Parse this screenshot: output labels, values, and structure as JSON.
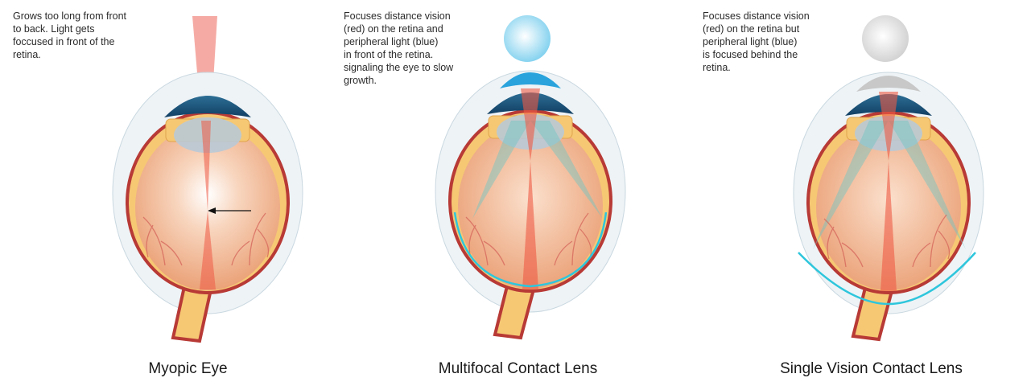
{
  "panels": [
    {
      "description": "Grows too long from front\nto back. Light gets\nfoccused in front of the\nretina.",
      "caption": "Myopic Eye"
    },
    {
      "description": "Focuses distance vision\n(red) on the retina and\nperipheral light (blue)\nin front of the retina.\nsignaling the eye to slow\ngrowth.",
      "caption": "Multifocal Contact Lens"
    },
    {
      "description": "Focuses distance vision\n(red) on the retina but\nperipheral light (blue)\nis focused behind the\nretina.",
      "caption": "Single Vision Contact Lens"
    }
  ],
  "colors": {
    "sclera": "#f6c874",
    "retina_wall": "#b83a36",
    "vitreous": "#f2b089",
    "cornea": "#1f5c86",
    "distance_light": "#ef5a45",
    "peripheral_light": "#6cc5c4",
    "focal_curve": "#2ec6dc",
    "blood_vessel": "#d5645a",
    "multifocal_lens": "#2aa3dc",
    "single_vision_lens": "#c8c8c8"
  }
}
